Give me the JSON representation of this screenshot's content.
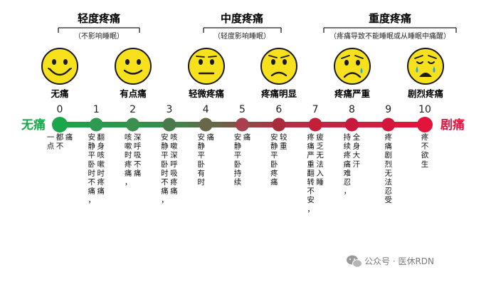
{
  "groups": [
    {
      "title": "轻度疼痛",
      "subtitle": "（不影响睡眠）"
    },
    {
      "title": "中度疼痛",
      "subtitle": "（轻度影响睡眠）"
    },
    {
      "title": "重度疼痛",
      "subtitle": "（疼痛导致不能睡眠或从睡眠中痛醒）"
    }
  ],
  "faces": [
    {
      "label": "无痛",
      "mood": "big-smile-icon"
    },
    {
      "label": "有点痛",
      "mood": "smile-icon"
    },
    {
      "label": "轻微疼痛",
      "mood": "neutral-icon"
    },
    {
      "label": "疼痛明显",
      "mood": "frown-icon"
    },
    {
      "label": "疼痛严重",
      "mood": "sad-tear-icon"
    },
    {
      "label": "剧烈疼痛",
      "mood": "crying-icon"
    }
  ],
  "scale": {
    "left_label": "无痛",
    "right_label": "剧痛",
    "left_color": "#1aa64a",
    "right_color": "#e3143c",
    "points": [
      {
        "num": "0",
        "color": "#1aa64a",
        "desc": [
          "一点",
          "都不",
          "痛"
        ]
      },
      {
        "num": "1",
        "color": "#2e9a50",
        "desc": [
          "安静平卧时不痛，",
          "翻身咳嗽时疼痛"
        ]
      },
      {
        "num": "2",
        "color": "#3b8f4f",
        "desc": [
          "咳嗽时疼痛，",
          "深呼吸不痛"
        ]
      },
      {
        "num": "3",
        "color": "#4a7a4b",
        "desc": [
          "安静平卧时不痛，",
          "咳嗽深呼吸疼痛"
        ]
      },
      {
        "num": "4",
        "color": "#6a6648",
        "desc": [
          "安静平卧有时",
          "痛"
        ]
      },
      {
        "num": "5",
        "color": "#a8404e",
        "desc": [
          "安静平卧持续",
          "痛"
        ]
      },
      {
        "num": "6",
        "color": "#a82c3c",
        "desc": [
          "安静平卧疼痛",
          "较重"
        ]
      },
      {
        "num": "7",
        "color": "#c41e38",
        "desc": [
          "疼痛严重翻转不安，",
          "疲乏无法入睡"
        ]
      },
      {
        "num": "8",
        "color": "#c8183c",
        "desc": [
          "持续疼痛难忍，",
          "全身大汗"
        ]
      },
      {
        "num": "9",
        "color": "#d2163c",
        "desc": [
          "疼痛剧烈无法忍受"
        ]
      },
      {
        "num": "10",
        "color": "#e3143c",
        "desc": [
          "疼不欲生"
        ]
      }
    ]
  },
  "watermark": "公众号 · 医休RDN"
}
